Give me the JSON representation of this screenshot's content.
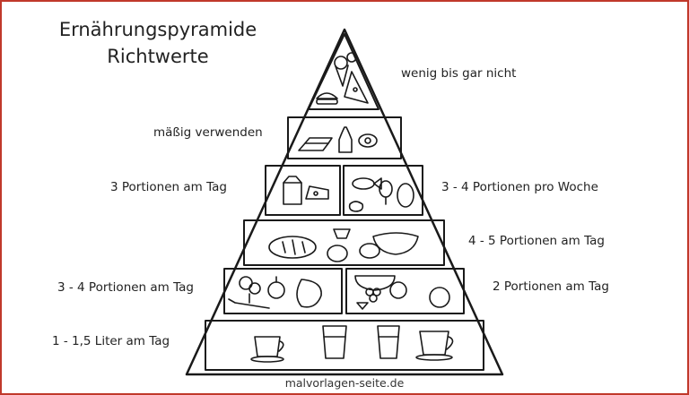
{
  "title": {
    "line1": "Ernährungspyramide",
    "line2": "Richtwerte"
  },
  "labels": {
    "top": "wenig bis gar nicht",
    "fats": "mäßig verwenden",
    "dairy": "3 Portionen am Tag",
    "meat": "3 - 4 Portionen pro Woche",
    "grains": "4 - 5 Portionen am Tag",
    "vegetables": "3 - 4 Portionen am Tag",
    "fruit": "2 Portionen am Tag",
    "drinks": "1 - 1,5 Liter am Tag"
  },
  "footer": "malvorlagen-seite.de",
  "colors": {
    "frame": "#c0392b",
    "lines": "#1a1a1a"
  }
}
